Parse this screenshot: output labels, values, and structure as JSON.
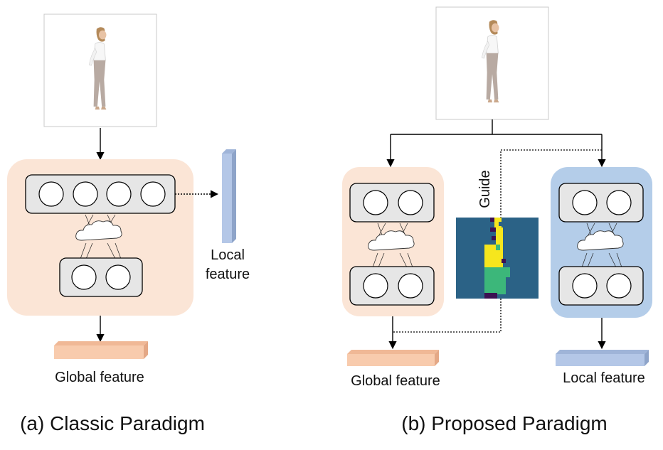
{
  "panel_a": {
    "local_feature_line1": "Local",
    "local_feature_line2": "feature",
    "global_feature": "Global feature",
    "caption": "(a) Classic Paradigm"
  },
  "panel_b": {
    "guide": "Guide",
    "global_feature": "Global feature",
    "local_feature": "Local feature",
    "caption": "(b) Proposed Paradigm"
  },
  "colors": {
    "peach_panel": "#fbe5d6",
    "blue_panel": "#b4cde9",
    "layer_box": "#e6e6e6",
    "global_bar": "#f8cbad",
    "local_bar": "#b4c7e7",
    "heat_bg": "#2b6286",
    "heat_yellow": "#f6e61d",
    "heat_green": "#3cb77a",
    "heat_purple": "#3b1152"
  },
  "icons": [
    "person-photo-icon",
    "cloud-icon",
    "neuron-icon",
    "arrow-icon",
    "feature-bar-icon",
    "heatmap-icon"
  ]
}
